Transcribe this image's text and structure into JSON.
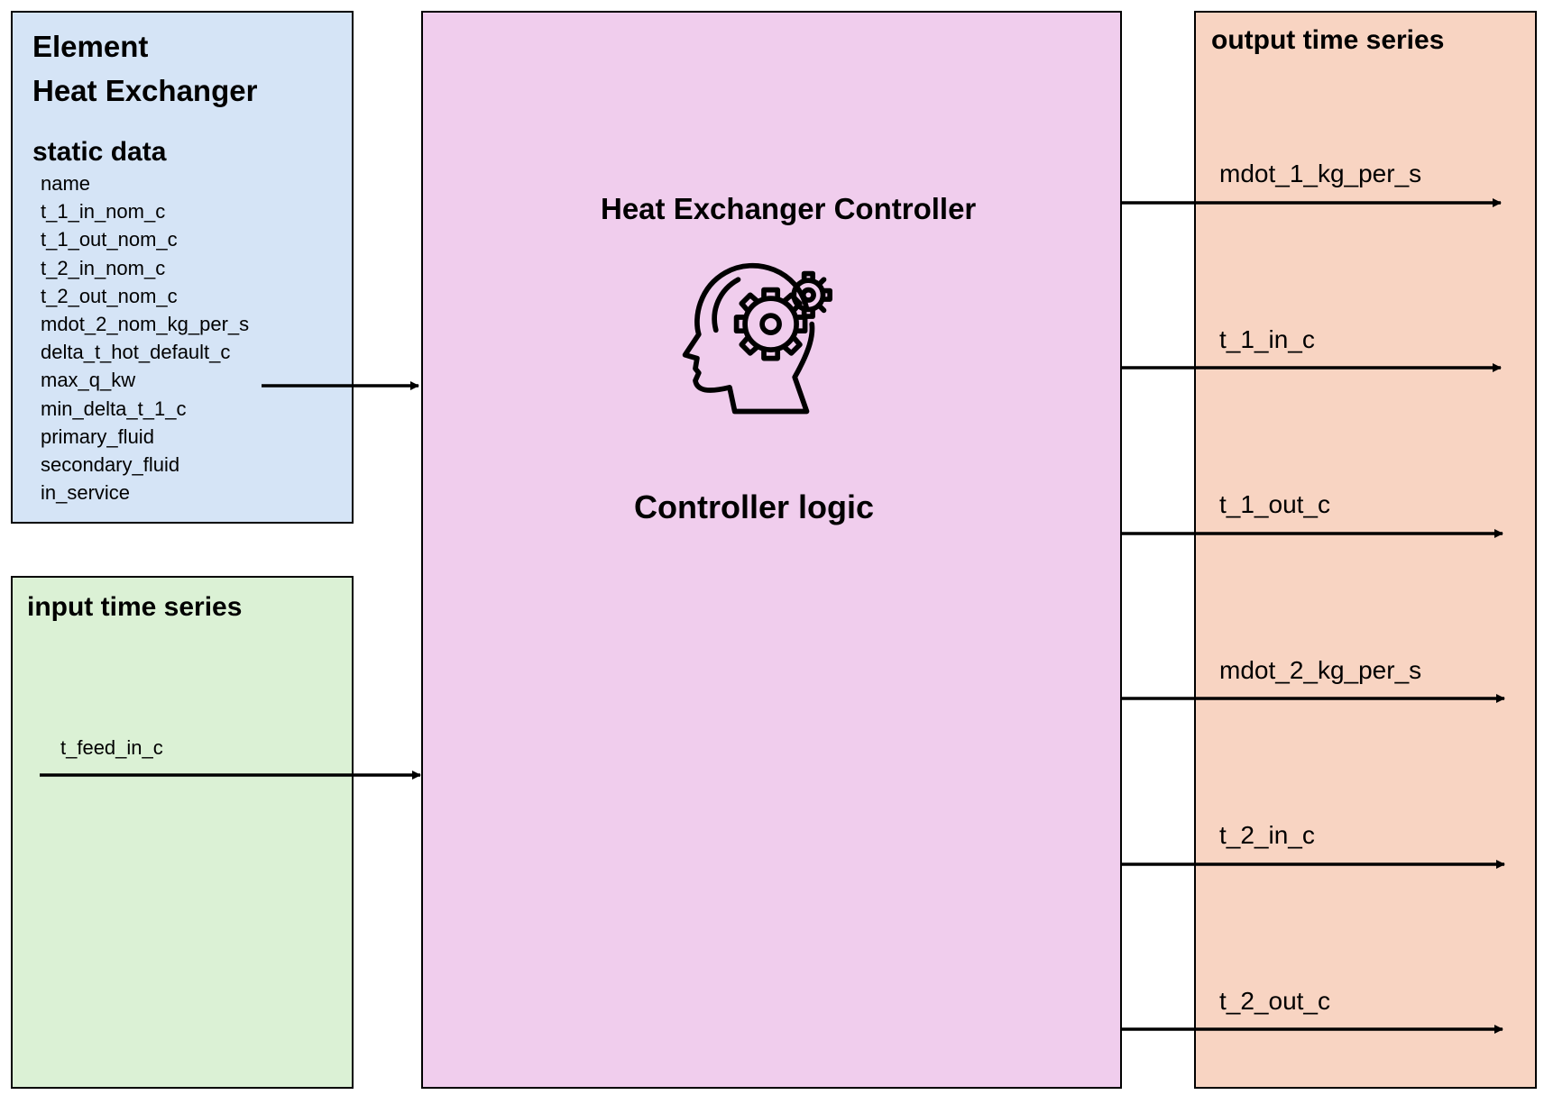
{
  "element": {
    "title_line1": "Element",
    "title_line2": "Heat Exchanger",
    "static_title": "static data",
    "static_items": [
      "name",
      "t_1_in_nom_c",
      "t_1_out_nom_c",
      "t_2_in_nom_c",
      "t_2_out_nom_c",
      "mdot_2_nom_kg_per_s",
      "delta_t_hot_default_c",
      "max_q_kw",
      "min_delta_t_1_c",
      "primary_fluid",
      "secondary_fluid",
      "in_service"
    ]
  },
  "input": {
    "title": "input time series",
    "label": "t_feed_in_c"
  },
  "controller": {
    "title": "Heat Exchanger Controller",
    "icon": "brain-gear-icon",
    "logic": "Controller logic"
  },
  "output": {
    "title": "output time series",
    "items": [
      "mdot_1_kg_per_s",
      "t_1_in_c",
      "t_1_out_c",
      "mdot_2_kg_per_s",
      "t_2_in_c",
      "t_2_out_c"
    ]
  },
  "colors": {
    "element_bg": "#d5e4f6",
    "input_bg": "#dbf1d5",
    "controller_bg": "#f0cded",
    "output_bg": "#f8d4c2"
  }
}
